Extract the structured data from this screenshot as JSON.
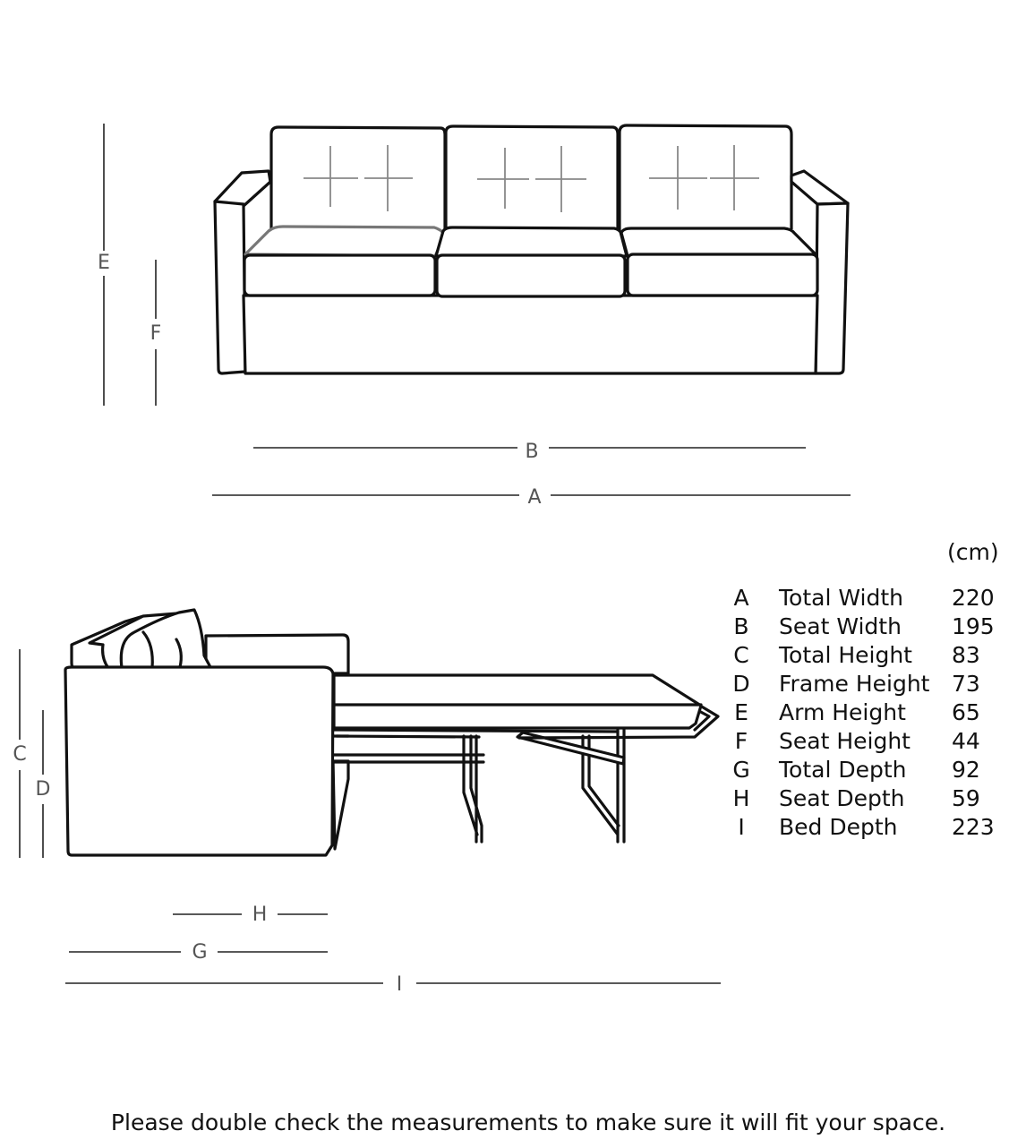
{
  "unit": "(cm)",
  "dimension_labels": {
    "A": "A",
    "B": "B",
    "C": "C",
    "D": "D",
    "E": "E",
    "F": "F",
    "G": "G",
    "H": "H",
    "I": "I"
  },
  "measurements": [
    {
      "letter": "A",
      "name": "Total Width",
      "value": "220"
    },
    {
      "letter": "B",
      "name": "Seat Width",
      "value": "195"
    },
    {
      "letter": "C",
      "name": "Total Height",
      "value": "83"
    },
    {
      "letter": "D",
      "name": "Frame Height",
      "value": "73"
    },
    {
      "letter": "E",
      "name": "Arm Height",
      "value": "65"
    },
    {
      "letter": "F",
      "name": "Seat Height",
      "value": "44"
    },
    {
      "letter": "G",
      "name": "Total Depth",
      "value": "92"
    },
    {
      "letter": "H",
      "name": "Seat Depth",
      "value": "59"
    },
    {
      "letter": "I",
      "name": "Bed Depth",
      "value": "223"
    }
  ],
  "footer": "Please double check the measurements to make sure it will fit your space."
}
